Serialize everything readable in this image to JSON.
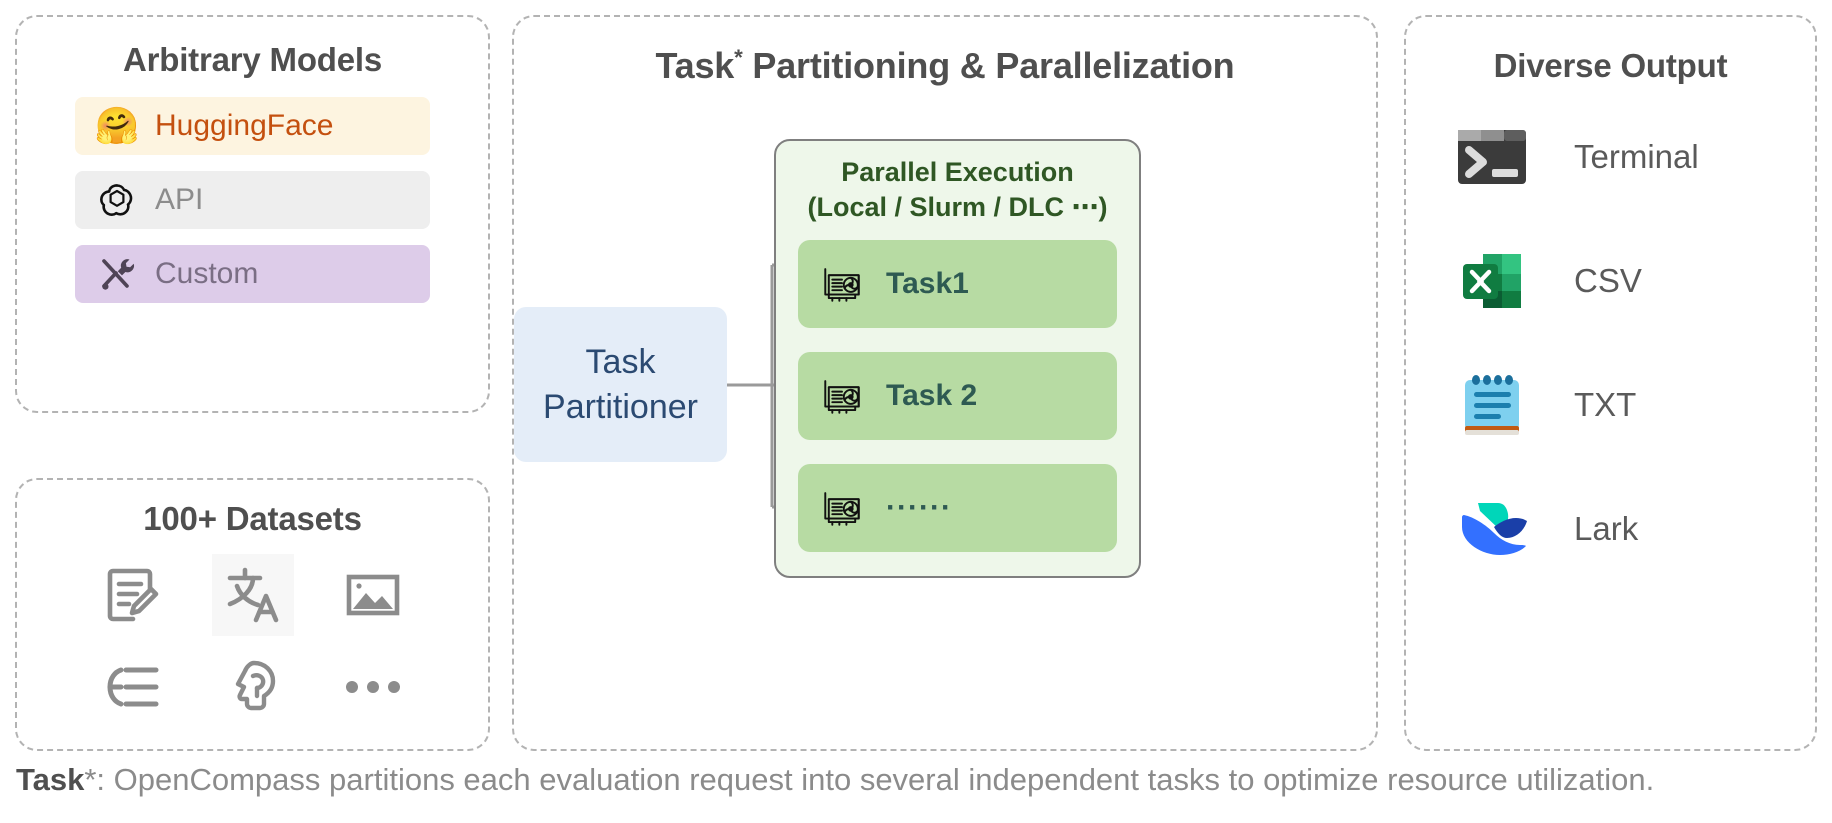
{
  "panels": {
    "models": {
      "title": "Arbitrary Models",
      "rows": [
        {
          "label": "HuggingFace",
          "icon": "hugging-face-icon",
          "bg": "#fdf4e0",
          "fg": "#c4500f"
        },
        {
          "label": "API",
          "icon": "openai-logo-icon",
          "bg": "#eeeeee",
          "fg": "#8c8c8c"
        },
        {
          "label": "Custom",
          "icon": "tools-icon",
          "bg": "#ddcce9",
          "fg": "#7a6e84"
        }
      ]
    },
    "datasets": {
      "title": "100+ Datasets",
      "icons": [
        "document-edit-icon",
        "translate-icon",
        "image-picture-icon",
        "indent-list-icon",
        "head-reasoning-icon",
        "ellipsis-more-icon"
      ]
    },
    "central": {
      "title_main": "Task",
      "title_star": "*",
      "title_rest": " Partitioning & Parallelization",
      "partitioner": {
        "line1": "Task",
        "line2": "Partitioner"
      },
      "execution": {
        "title_line1": "Parallel Execution",
        "title_line2": "(Local / Slurm / DLC ⋯)",
        "tasks": [
          {
            "label": "Task1",
            "icon": "gpu-card-icon"
          },
          {
            "label": "Task 2",
            "icon": "gpu-card-icon"
          },
          {
            "label": "······",
            "icon": "gpu-card-icon"
          }
        ]
      }
    },
    "output": {
      "title": "Diverse Output",
      "rows": [
        {
          "label": "Terminal",
          "icon": "terminal-icon"
        },
        {
          "label": "CSV",
          "icon": "excel-csv-icon"
        },
        {
          "label": "TXT",
          "icon": "notepad-txt-icon"
        },
        {
          "label": "Lark",
          "icon": "lark-icon"
        }
      ]
    }
  },
  "caption": {
    "bold": "Task",
    "rest": "*: OpenCompass partitions each evaluation request into several independent tasks to optimize resource utilization."
  },
  "colors": {
    "panel_border": "#b3b3b3",
    "title_gray": "#4f4f4f",
    "hf_bg": "#fdf4e0",
    "hf_text": "#c4500f",
    "api_bg": "#eeeeee",
    "custom_bg": "#ddcce9",
    "partitioner_bg": "#e4edf8",
    "partitioner_text": "#2b4a72",
    "exec_bg": "#eef7ea",
    "exec_title": "#2f5724",
    "task_bg": "#b7dba3",
    "task_text": "#2e5a52",
    "connector": "#9a9a9a",
    "caption_text": "#8b8b8b"
  }
}
